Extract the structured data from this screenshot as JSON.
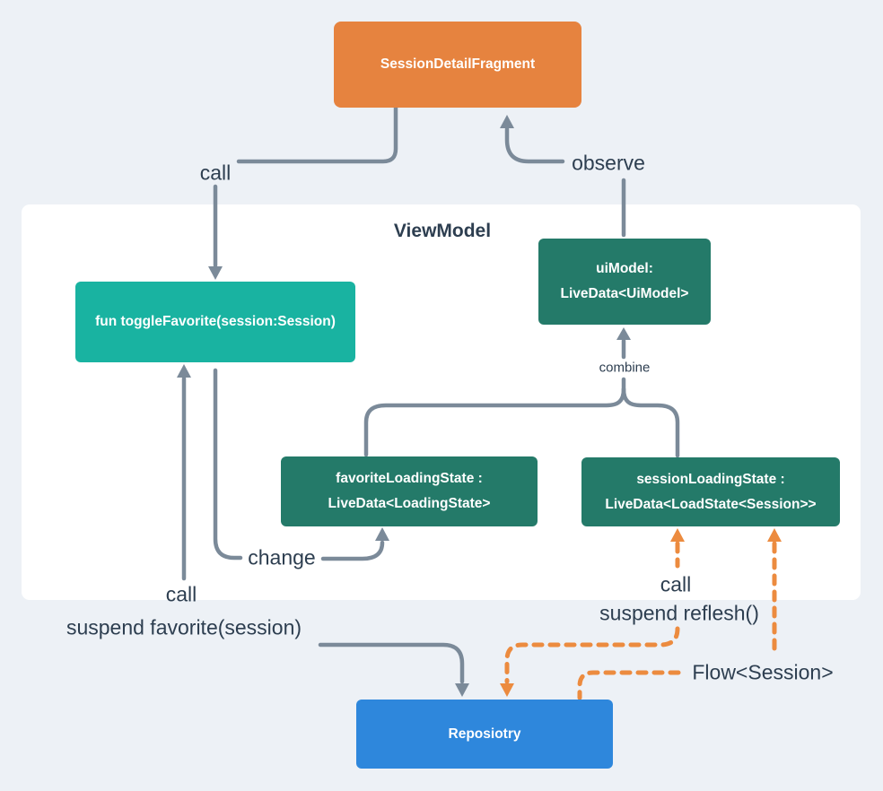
{
  "colors": {
    "background": "#edf1f6",
    "container": "#ffffff",
    "fragment": "#e6833f",
    "teal_node": "#19b3a1",
    "dark_green_node": "#247a69",
    "repository": "#2e87dc",
    "grey_edge": "#7b8a99",
    "orange_edge": "#ec8b3f",
    "label_text": "#2d3e50",
    "node_text": "#ffffff"
  },
  "container": {
    "title": "ViewModel"
  },
  "nodes": {
    "fragment": {
      "label": "SessionDetailFragment"
    },
    "toggle_favorite": {
      "label": "fun toggleFavorite(session:Session)"
    },
    "ui_model": {
      "line1": "uiModel:",
      "line2": "LiveData<UiModel>"
    },
    "favorite_loading_state": {
      "line1": "favoriteLoadingState :",
      "line2": "LiveData<LoadingState>"
    },
    "session_loading_state": {
      "line1": "sessionLoadingState :",
      "line2": "LiveData<LoadState<Session>>"
    },
    "repository": {
      "label": "Reposiotry"
    }
  },
  "edge_labels": {
    "call_top": "call",
    "observe": "observe",
    "combine": "combine",
    "change": "change",
    "call_bottom_left": "call",
    "suspend_favorite": "suspend favorite(session)",
    "call_bottom_right": "call",
    "suspend_reflesh": "suspend reflesh()",
    "flow_session": "Flow<Session>"
  }
}
